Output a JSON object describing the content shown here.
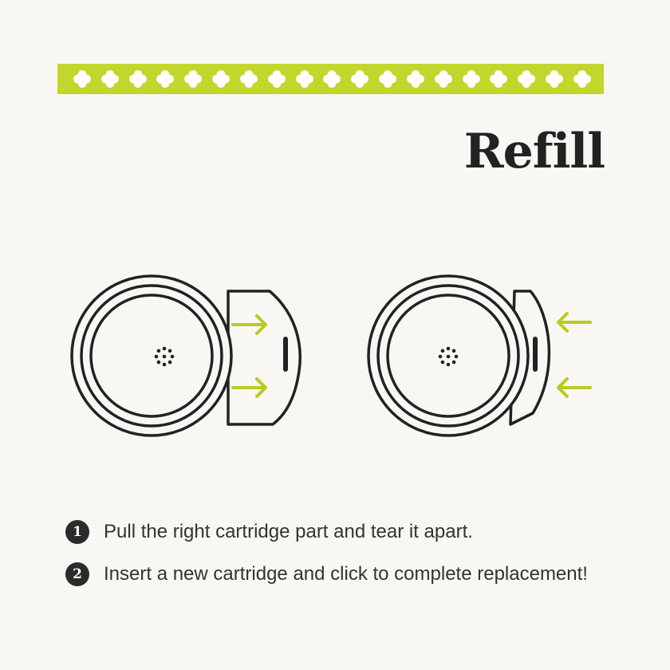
{
  "title": "Refill",
  "colors": {
    "accent": "#c3d62b",
    "ink": "#222222",
    "background": "#f8f7f3"
  },
  "banner": {
    "pattern": "clover-icon",
    "count": 19
  },
  "figures": [
    {
      "name": "figure-pull-apart",
      "arrow_direction": "right"
    },
    {
      "name": "figure-insert",
      "arrow_direction": "left"
    }
  ],
  "steps": [
    {
      "number": "1",
      "text": "Pull the right cartridge part and tear it apart."
    },
    {
      "number": "2",
      "text": "Insert a new cartridge and click to complete replacement!"
    }
  ]
}
